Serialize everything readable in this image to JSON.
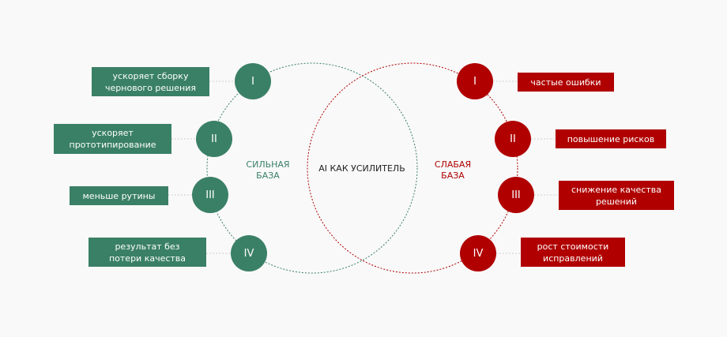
{
  "colors": {
    "strong": "#3a8066",
    "weak": "#b00000",
    "background": "#f9f9f9"
  },
  "center_label": "AI КАК УСИЛИТЕЛЬ",
  "strong": {
    "title": "СИЛЬНАЯ\nБАЗА",
    "items": [
      {
        "num": "I",
        "text": "ускоряет сборку\nчернового решения"
      },
      {
        "num": "II",
        "text": "ускоряет\nпрототипирование"
      },
      {
        "num": "III",
        "text": "меньше рутины"
      },
      {
        "num": "IV",
        "text": "результат без\nпотери качества"
      }
    ]
  },
  "weak": {
    "title": "СЛАБАЯ\nБАЗА",
    "items": [
      {
        "num": "I",
        "text": "частые ошибки"
      },
      {
        "num": "II",
        "text": "повышение рисков"
      },
      {
        "num": "III",
        "text": "снижение качества\nрешений"
      },
      {
        "num": "IV",
        "text": "рост стоимости\nисправлений"
      }
    ]
  }
}
